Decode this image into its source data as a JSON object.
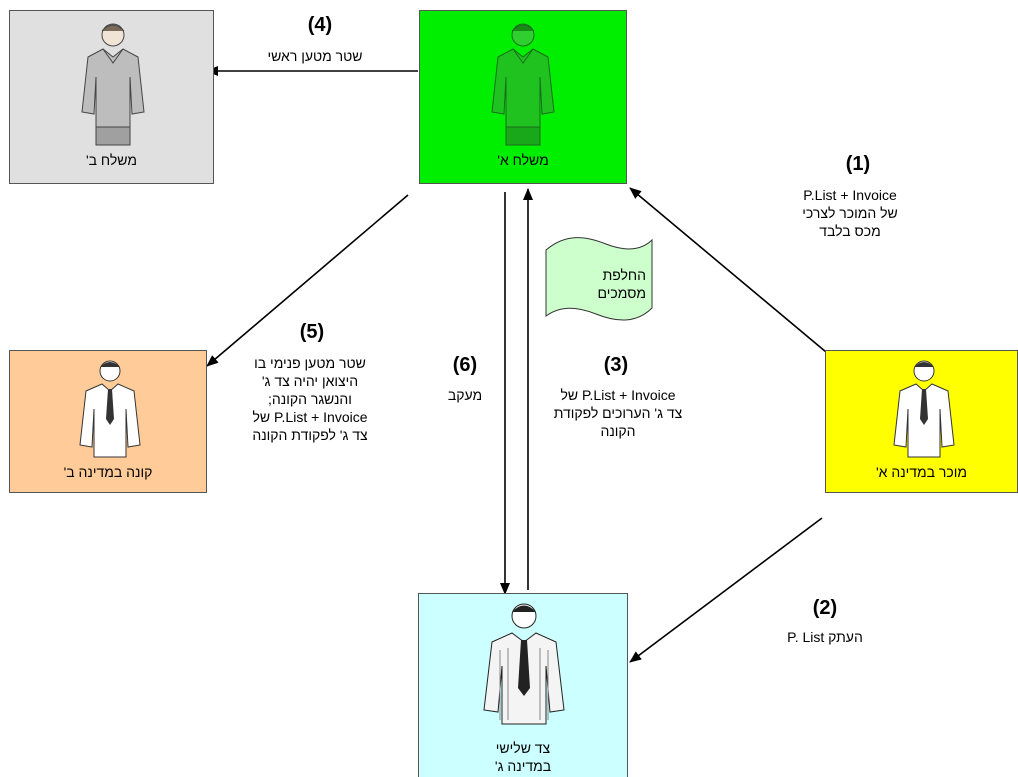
{
  "colors": {
    "forwarder_b": "#e0e0e0",
    "forwarder_a": "#00ee00",
    "buyer_b": "#ffcc99",
    "seller_a": "#ffff00",
    "third_party_c": "#ccffff",
    "doc_exchange": "#ccffcc"
  },
  "nodes": {
    "forwarder_b": "משלח ב'",
    "forwarder_a": "משלח א'",
    "buyer_b": "קונה במדינה ב'",
    "seller_a": "מוכר במדינה א'",
    "third_party_line1": "צד שלישי",
    "third_party_line2": "במדינה ג'"
  },
  "steps": {
    "s1": {
      "num": "(1)",
      "lines": [
        "P.List + Invoice",
        "של המוכר לצרכי",
        "מכס בלבד"
      ]
    },
    "s2": {
      "num": "(2)",
      "lines": [
        "העתק P. List"
      ]
    },
    "s3": {
      "num": "(3)",
      "lines": [
        "P.List + Invoice של",
        "צד ג' הערוכים לפקודת",
        "הקונה"
      ]
    },
    "s4": {
      "num": "(4)",
      "lines": [
        "שטר מטען ראשי"
      ]
    },
    "s5": {
      "num": "(5)",
      "lines": [
        "שטר מטען פנימי בו",
        "היצואן יהיה צד ג'",
        "והנשגר הקונה;",
        "P.List + Invoice של",
        "צד ג' לפקודת הקונה"
      ]
    },
    "s6": {
      "num": "(6)",
      "lines": [
        "מעקב"
      ]
    }
  },
  "doc_exchange": {
    "line1": "החלפת",
    "line2": "מסמכים"
  }
}
